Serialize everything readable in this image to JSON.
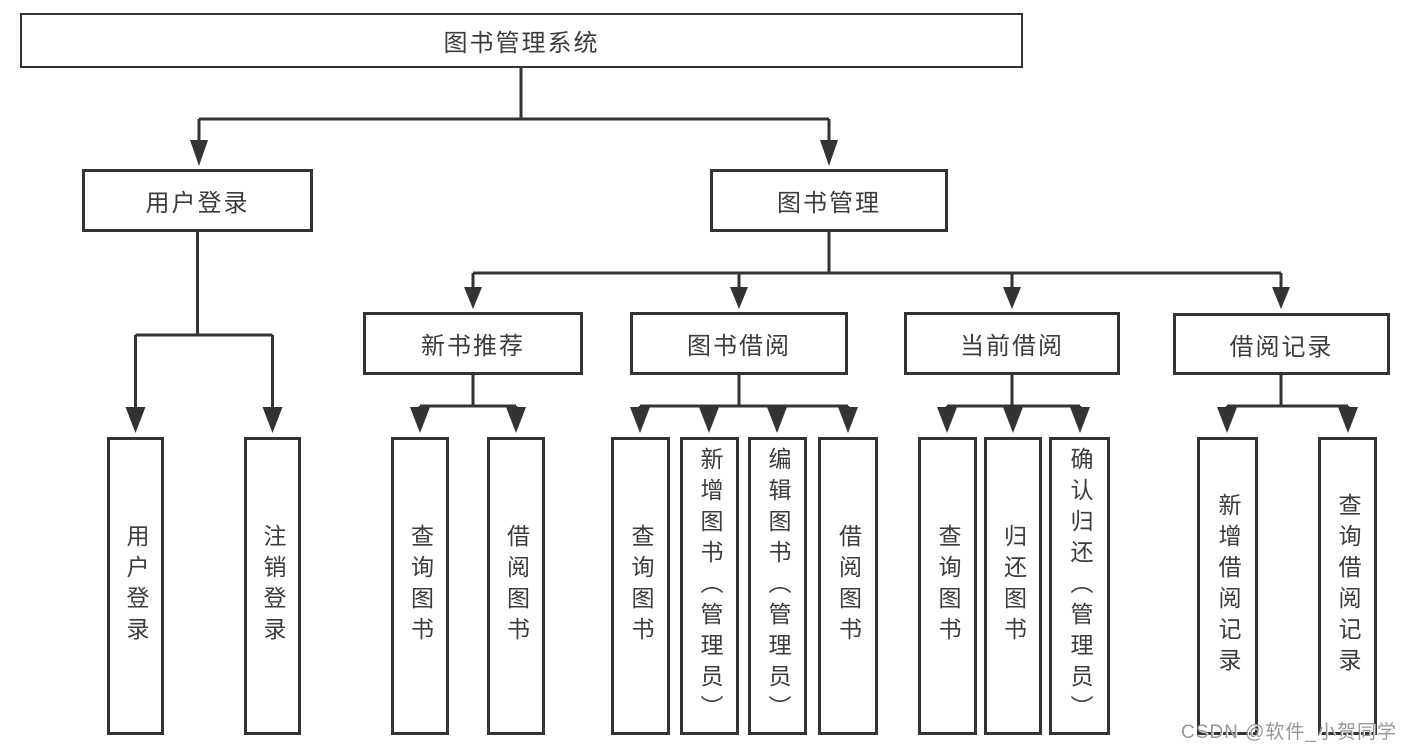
{
  "tree": {
    "root": {
      "label": "图书管理系统"
    },
    "children": [
      {
        "label": "用户登录",
        "children": [
          {
            "label": "用户登录"
          },
          {
            "label": "注销登录"
          }
        ]
      },
      {
        "label": "图书管理",
        "children": [
          {
            "label": "新书推荐",
            "children": [
              {
                "label": "查询图书"
              },
              {
                "label": "借阅图书"
              }
            ]
          },
          {
            "label": "图书借阅",
            "children": [
              {
                "label": "查询图书"
              },
              {
                "label": "新增图书（管理员）"
              },
              {
                "label": "编辑图书（管理员）"
              },
              {
                "label": "借阅图书"
              }
            ]
          },
          {
            "label": "当前借阅",
            "children": [
              {
                "label": "查询图书"
              },
              {
                "label": "归还图书"
              },
              {
                "label": "确认归还（管理员）"
              }
            ]
          },
          {
            "label": "借阅记录",
            "children": [
              {
                "label": "新增借阅记录"
              },
              {
                "label": "查询借阅记录"
              }
            ]
          }
        ]
      }
    ]
  },
  "watermark": {
    "text": "CSDN @软件_小贺同学"
  },
  "colors": {
    "line": "#333333",
    "box_border": "#333333",
    "text": "#3c3c3c",
    "watermark": "#979797",
    "background": "#ffffff"
  }
}
